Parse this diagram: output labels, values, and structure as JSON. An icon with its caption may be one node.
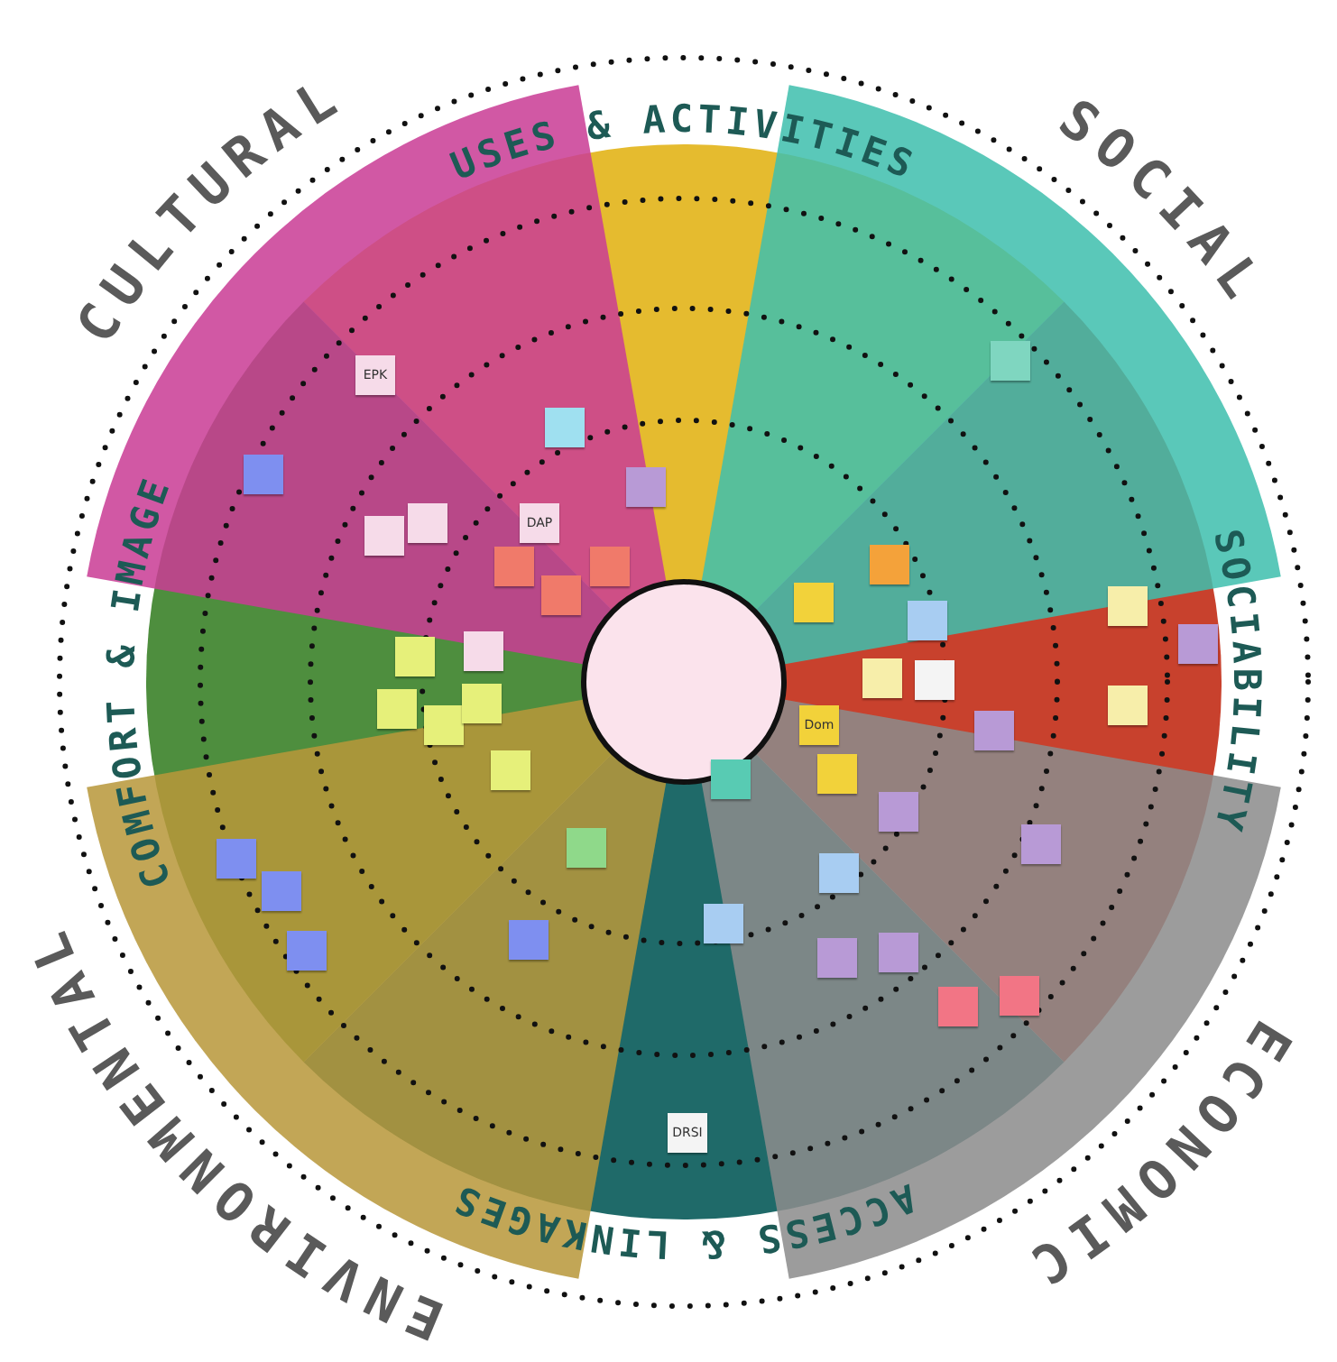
{
  "diagram": {
    "nodes": [
      {
        "text": [],
        "shape": "circle"
      },
      {
        "text": [],
        "shape": "box"
      },
      {
        "text": [
          "EPK"
        ]
      },
      {
        "text": [],
        "shape": "box"
      },
      {
        "text": [],
        "shape": "box"
      },
      {
        "text": [],
        "shape": "box"
      },
      {
        "text": [],
        "shape": "box"
      },
      {
        "text": [
          "DAP"
        ]
      },
      {
        "text": [],
        "shape": "box"
      },
      {
        "text": [],
        "shape": "box"
      },
      {
        "text": [],
        "shape": "box"
      },
      {
        "text": [],
        "shape": "box"
      },
      {
        "text": [],
        "shape": "box"
      },
      {
        "text": [],
        "shape": "box"
      },
      {
        "text": [],
        "shape": "box"
      },
      {
        "text": [],
        "shape": "box"
      },
      {
        "text": [],
        "shape": "box"
      },
      {
        "text": [],
        "shape": "box"
      },
      {
        "text": [],
        "shape": "box"
      },
      {
        "text": [],
        "shape": "box"
      },
      {
        "text": [],
        "shape": "box"
      },
      {
        "text": [],
        "shape": "box"
      },
      {
        "text": [],
        "shape": "box"
      },
      {
        "text": [],
        "shape": "box"
      },
      {
        "text": [],
        "shape": "box"
      },
      {
        "text": [],
        "shape": "box"
      },
      {
        "text": [],
        "shape": "box"
      },
      {
        "text": [],
        "shape": "box"
      },
      {
        "text": [],
        "shape": "box"
      },
      {
        "text": [],
        "shape": "box"
      },
      {
        "text": [],
        "shape": "box"
      },
      {
        "text": [
          "Dom"
        ]
      },
      {
        "text": [],
        "shape": "box"
      },
      {
        "text": [],
        "shape": "box"
      },
      {
        "text": [],
        "shape": "box"
      },
      {
        "text": [],
        "shape": "box"
      },
      {
        "text": [],
        "shape": "box"
      },
      {
        "text": [],
        "shape": "box"
      },
      {
        "text": [],
        "shape": "box"
      },
      {
        "text": [],
        "shape": "box"
      },
      {
        "text": [],
        "shape": "box"
      },
      {
        "text": [],
        "shape": "box"
      },
      {
        "text": [],
        "shape": "box"
      },
      {
        "text": [
          "DRSI"
        ]
      }
    ],
    "labels": [
      "CULTURAL",
      "USES & ACTIVITIES",
      "SOCIAL",
      "SOCIABILITY",
      "ECONOMIC",
      "ACCESS & LINKAGES",
      "ENVIRONMENTAL",
      "COMFORT & IMAGE"
    ]
  }
}
